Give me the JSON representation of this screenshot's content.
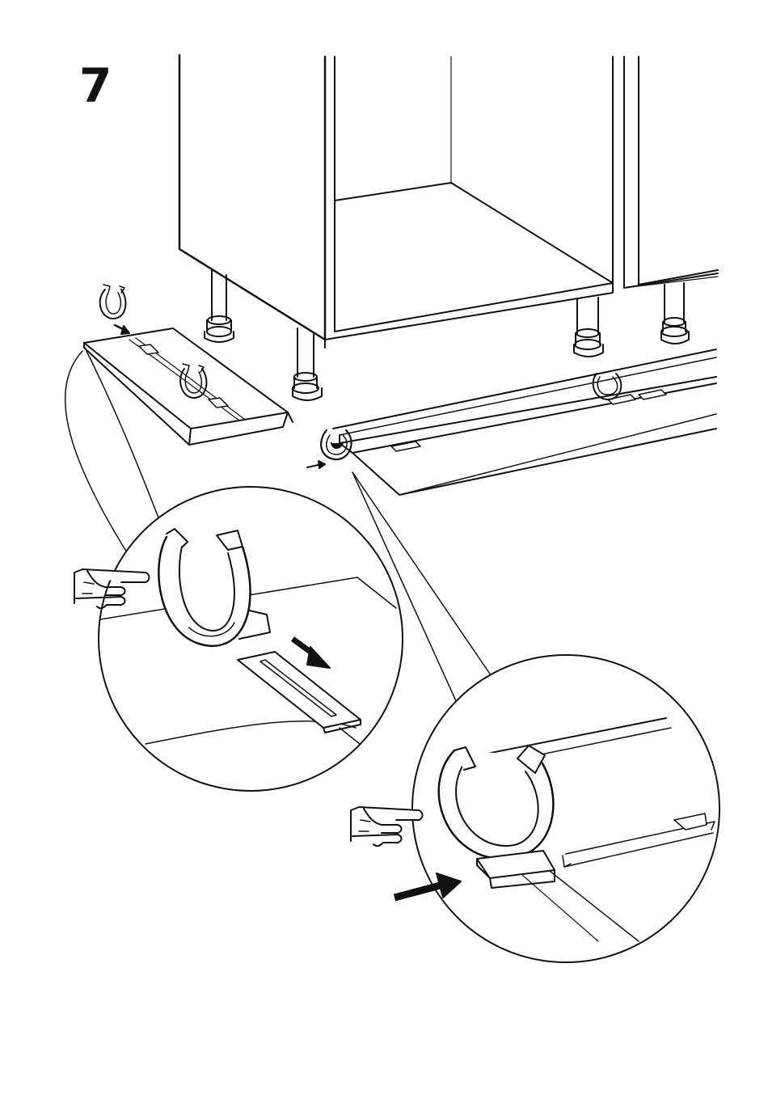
{
  "step": {
    "number": "7"
  },
  "colors": {
    "ink": "#111111",
    "paper": "#ffffff",
    "shade": "#e4e4e4"
  },
  "icons": {
    "pointing_hand": "pointing-hand-icon",
    "arrow": "direction-arrow-icon",
    "clip": "plinth-clip-icon"
  },
  "scenes": {
    "main": "cabinet-with-plinth",
    "detail_left": "clip-release-detail",
    "detail_right": "clip-attach-detail"
  }
}
